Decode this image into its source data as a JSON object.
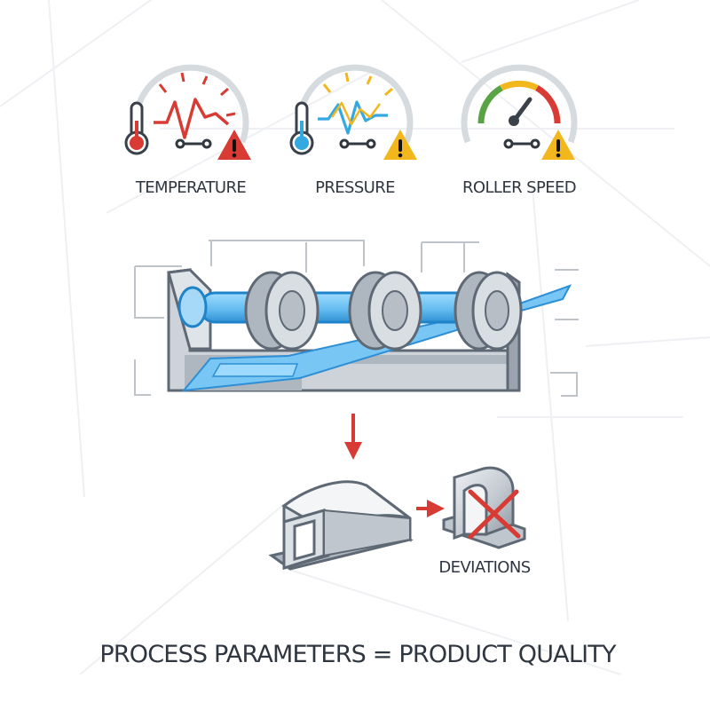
{
  "gauges": [
    {
      "label": "TEMPERATURE",
      "icon": "thermometer-icon",
      "warning_color": "#d83a34",
      "trace_color": "#d83a34"
    },
    {
      "label": "PRESSURE",
      "icon": "thermometer-icon",
      "warning_color": "#f2b71d",
      "trace_color": "#34a9e1"
    },
    {
      "label": "ROLLER SPEED",
      "icon": "speedometer-icon",
      "warning_color": "#f2b71d",
      "trace_color": "#5a6a78"
    }
  ],
  "outcome": {
    "deviation_label": "DEVIATIONS"
  },
  "footer": {
    "equation": "PROCESS PARAMETERS = PRODUCT QUALITY"
  },
  "colors": {
    "metal_light": "#d7dce1",
    "metal_mid": "#b7bec6",
    "metal_dark": "#7d8792",
    "blue": "#76c4f2",
    "blue_dark": "#2d8fd6",
    "red": "#d83a34",
    "yellow": "#f2b71d",
    "green": "#58a445"
  }
}
